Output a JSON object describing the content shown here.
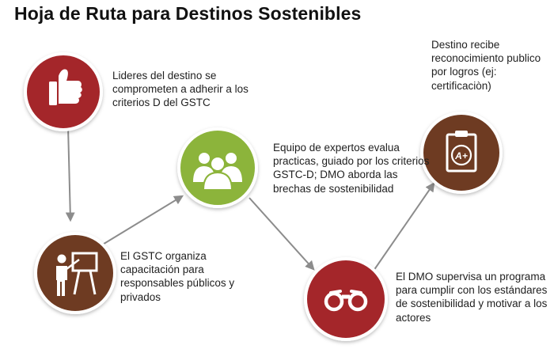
{
  "title": "Hoja de Ruta para Destinos Sostenibles",
  "steps": [
    {
      "icon": "thumbs-up-icon",
      "color": "#a4262c",
      "text": "Lideres del destino se comprometen  a adherir a los criterios D del GSTC"
    },
    {
      "icon": "presentation-icon",
      "color": "#6e3b23",
      "text": "El GSTC organiza capacitación para responsables públicos y privados"
    },
    {
      "icon": "group-icon",
      "color": "#8cb43a",
      "text": "Equipo de expertos evalua practicas, guiado por los criterios  GSTC-D; DMO aborda  las brechas de sostenibilidad"
    },
    {
      "icon": "binoculars-icon",
      "color": "#a4262c",
      "text": "El DMO supervisa un programa para cumplir con los estándares de sostenibilidad y motivar a los actores"
    },
    {
      "icon": "certificate-clipboard-icon",
      "color": "#6e3b23",
      "text": "Destino recibe reconocimiento publico por logros (ej: certificaciòn)"
    }
  ],
  "certificate_grade": "A+",
  "arrow_color": "#8c8c8c"
}
